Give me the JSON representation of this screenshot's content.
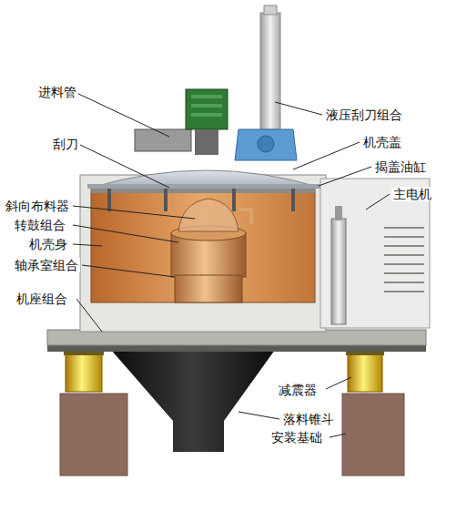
{
  "diagram": {
    "labels": [
      "进料管",
      "液压刮刀组合",
      "刮刀",
      "机壳盖",
      "揭盖油缸",
      "斜向布料器",
      "主电机",
      "转鼓组合",
      "机壳身",
      "轴承室组合",
      "机座组合",
      "减震器",
      "落料锥斗",
      "安装基础"
    ]
  }
}
